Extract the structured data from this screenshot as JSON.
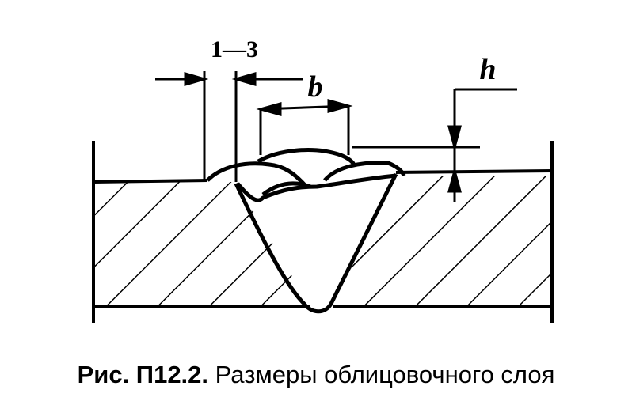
{
  "figure": {
    "dim_gap_label": "1—3",
    "dim_width_label": "b",
    "dim_height_label": "h"
  },
  "caption": {
    "number": "Рис. П12.2.",
    "text": "Размеры облицовочного слоя"
  }
}
